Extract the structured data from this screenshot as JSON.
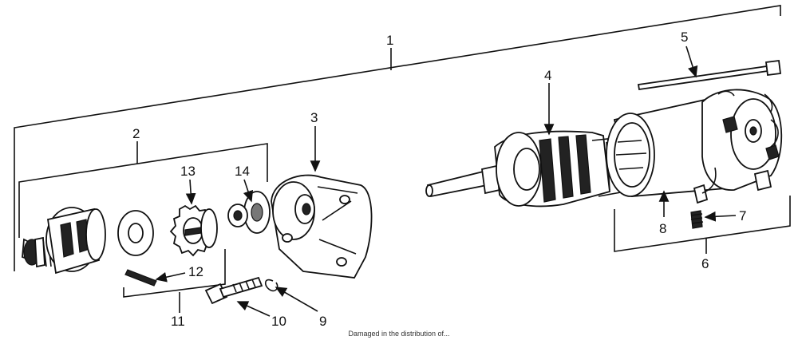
{
  "labels": {
    "l1": "1",
    "l2": "2",
    "l3": "3",
    "l4": "4",
    "l5": "5",
    "l6": "6",
    "l7": "7",
    "l8": "8",
    "l9": "9",
    "l10": "10",
    "l11": "11",
    "l12": "12",
    "l13": "13",
    "l14": "14"
  },
  "footer": "Damaged in the distribution of..."
}
